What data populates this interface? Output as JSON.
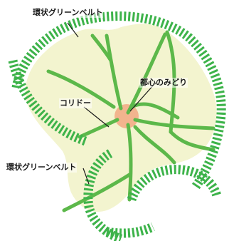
{
  "labels": {
    "greenbelt_top": "環状グリーンベルト",
    "greenbelt_left": "環状グリーンベルト",
    "corridor": "コリドー",
    "urban_green": "都心のみどり"
  },
  "colors": {
    "belt": "#3db34a",
    "corridor": "#5cb84a",
    "urban_area": "#f3f4cf",
    "center": "#f2b48e"
  }
}
